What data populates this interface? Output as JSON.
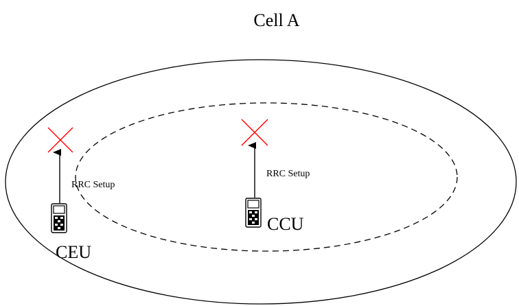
{
  "title": "Cell A",
  "cell_edge_user": {
    "label": "CEU",
    "arrow_label": "RRC Setup",
    "icon": "mobile-phone-icon",
    "blocked_marker": "red-x-icon"
  },
  "cell_center_user": {
    "label": "CCU",
    "arrow_label": "RRC Setup",
    "icon": "mobile-phone-icon",
    "blocked_marker": "red-x-icon"
  },
  "colors": {
    "stroke": "#000000",
    "cross": "#ff0000",
    "background": "#ffffff"
  }
}
